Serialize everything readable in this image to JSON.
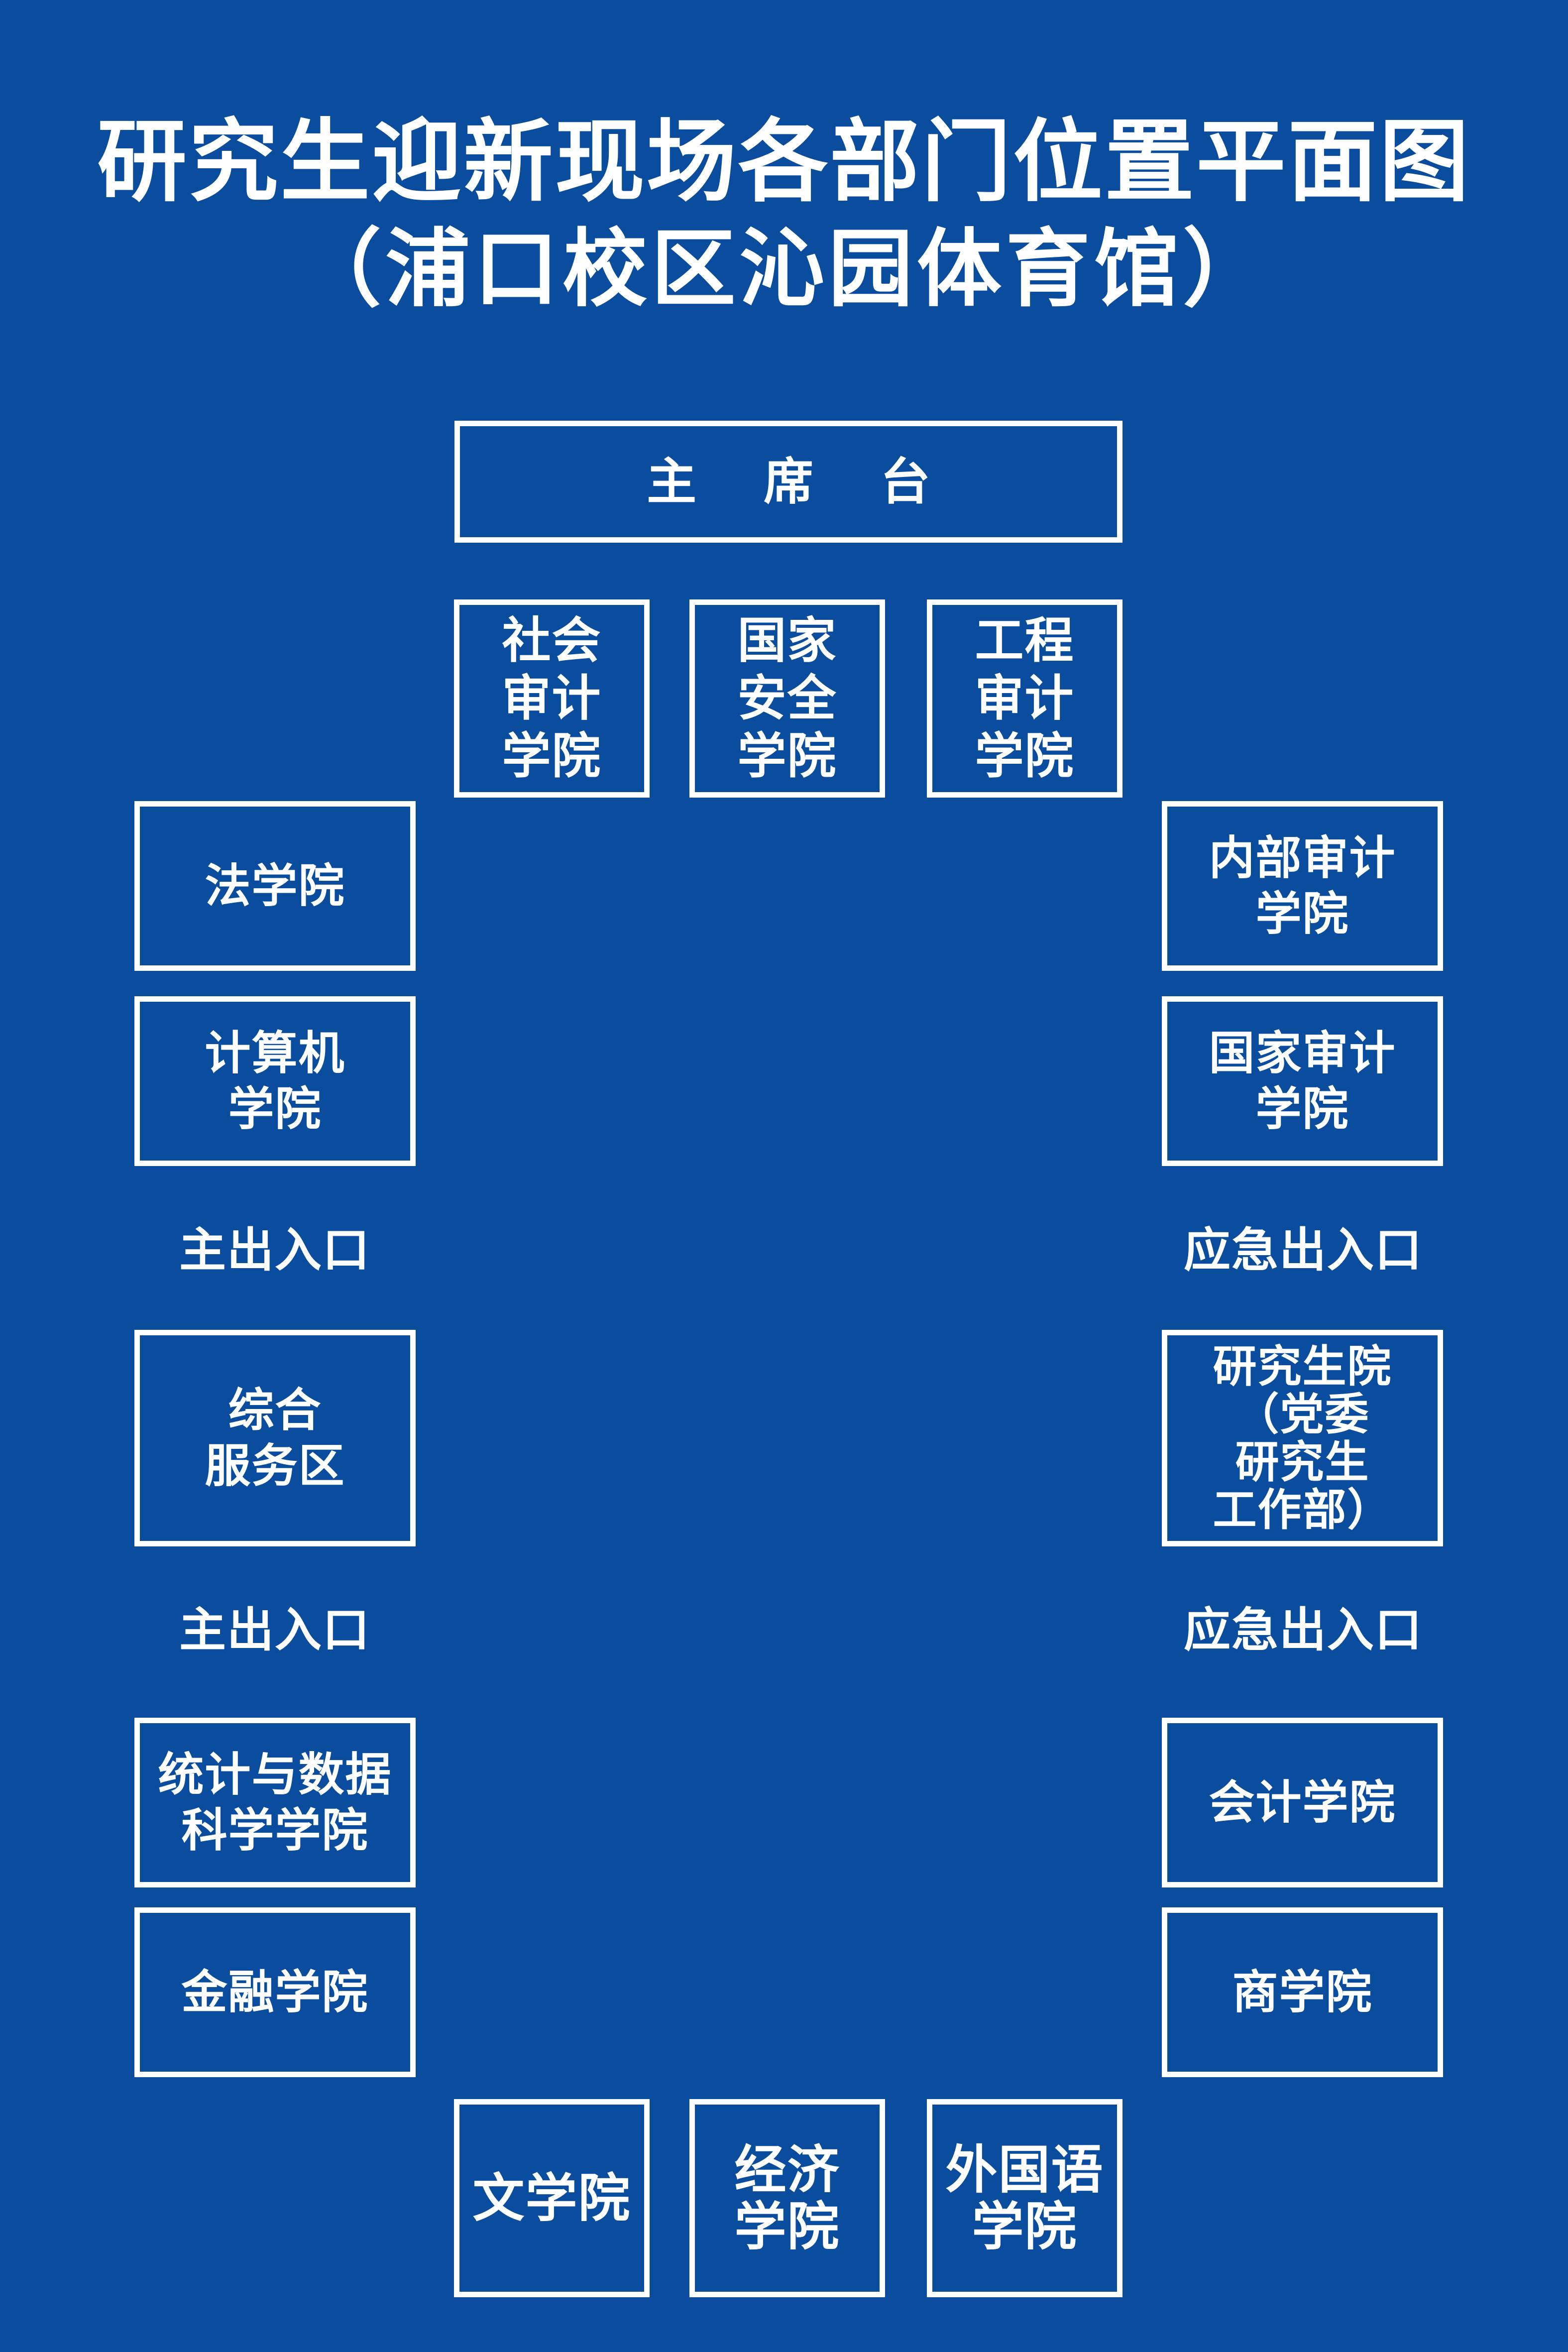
{
  "title": {
    "line1": "研究生迎新现场各部门位置平面图",
    "line2": "（浦口校区沁园体育馆）"
  },
  "podium": "主 席 台",
  "top_row": [
    "社会\n审计\n学院",
    "国家\n安全\n学院",
    "工程\n审计\n学院"
  ],
  "left_column": [
    "法学院",
    "计算机\n学院",
    "综合\n服务区",
    "统计与数据\n科学学院",
    "金融学院"
  ],
  "right_column": [
    "内部审计\n学院",
    "国家审计\n学院",
    "研究生院\n（党委\n研究生\n工作部）",
    "会计学院",
    "商学院"
  ],
  "bottom_row": [
    "文学院",
    "经济\n学院",
    "外国语\n学院"
  ],
  "entrances": {
    "left": [
      "主出入口",
      "主出入口"
    ],
    "right": [
      "应急出入口",
      "应急出入口"
    ]
  }
}
